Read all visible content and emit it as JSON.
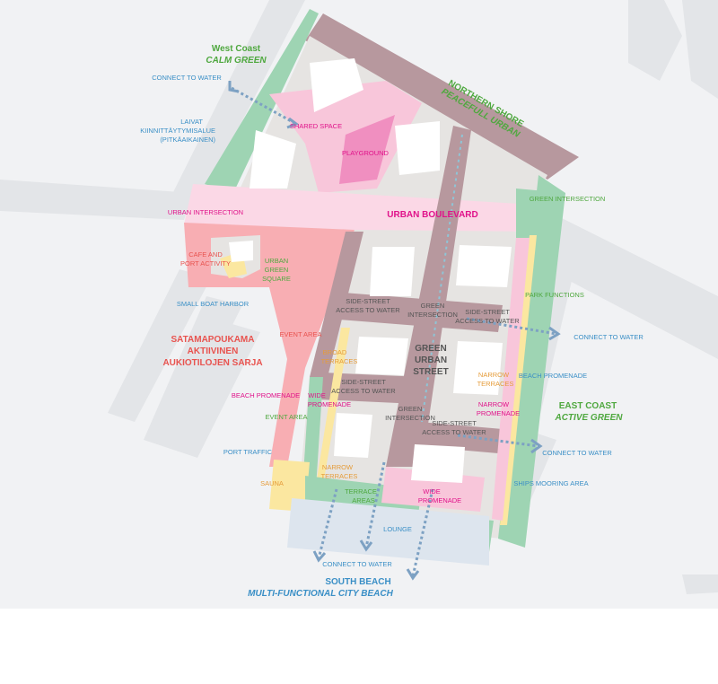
{
  "colors": {
    "background": "#f1f2f4",
    "pale": "#e3e5e8",
    "water_blue": "#3a8fc6",
    "green_text": "#4fa83f",
    "magenta": "#e0128a",
    "red": "#e8534f",
    "orange": "#e59c3a",
    "grey_text": "#6a6a6a",
    "pink_zone": "#f8c6da",
    "boulevard": "#fbd8e6",
    "red_zone": "#f8aeb3",
    "mauve_street": "#b7989e",
    "green_zone": "#9ed4b3",
    "yellow": "#fbe7a0",
    "block": "#e6e4e2",
    "building": "#ffffff",
    "arrow": "#7da1c3"
  },
  "labels": {
    "west_coast_title": "West Coast",
    "west_coast_sub": "CALM GREEN",
    "northern_shore_title": "NORTHERN SHORE",
    "northern_shore_sub": "PEACEFULL URBAN",
    "connect_to_water_nw": "CONNECT TO WATER",
    "laivat_1": "LAIVAT",
    "laivat_2": "KIINNITTÄYTYMISALUE",
    "laivat_3": "(PITKÄAIKAINEN)",
    "shared_space": "SHARED SPACE",
    "playground": "PLAYGROUND",
    "green_intersection_ne": "GREEN INTERSECTION",
    "urban_intersection": "URBAN INTERSECTION",
    "urban_boulevard": "URBAN BOULEVARD",
    "cafe_1": "CAFE AND",
    "cafe_2": "PORT ACTIVITY",
    "urban_green_1": "URBAN",
    "urban_green_2": "GREEN",
    "urban_green_3": "SQUARE",
    "park_functions": "PARK FUNCTIONS",
    "small_boat_harbor": "SMALL BOAT HARBOR",
    "side_street_1a": "SIDE-STREET",
    "side_street_1b": "ACCESS TO WATER",
    "green_intersection_1a": "GREEN",
    "green_intersection_1b": "INTERSECTION",
    "side_street_2a": "SIDE-STREET",
    "side_street_2b": "ACCESS TO WATER",
    "connect_to_water_e1": "CONNECT TO WATER",
    "satama_1": "SATAMAPOUKAMA",
    "satama_2": "AKTIIVINEN",
    "satama_3": "AUKIOTILOJEN SARJA",
    "event_area_1": "EVENT AREA",
    "broad_terraces_1": "BROAD",
    "broad_terraces_2": "TERRACES",
    "green_urban_street_1": "GREEN",
    "green_urban_street_2": "URBAN",
    "green_urban_street_3": "STREET",
    "beach_promenade_e": "BEACH PROMENADE",
    "narrow_terraces_e1": "NARROW",
    "narrow_terraces_e2": "TERRACES",
    "side_street_3a": "SIDE-STREET",
    "side_street_3b": "ACCESS TO WATER",
    "beach_promenade_w": "BEACH PROMENADE",
    "wide_promenade_w1": "WIDE",
    "wide_promenade_w2": "PROMENADE",
    "narrow_promenade_1": "NARROW",
    "narrow_promenade_2": "PROMENADE",
    "east_coast_title": "EAST COAST",
    "east_coast_sub": "ACTIVE GREEN",
    "event_area_2": "EVENT AREA",
    "green_intersection_2a": "GREEN",
    "green_intersection_2b": "INTERSECTION",
    "side_street_4a": "SIDE-STREET",
    "side_street_4b": "ACCESS TO WATER",
    "connect_to_water_e2": "CONNECT TO WATER",
    "port_traffic": "PORT TRAFFIC",
    "narrow_terraces_s1": "NARROW",
    "narrow_terraces_s2": "TERRACES",
    "sauna": "SAUNA",
    "ships_mooring_area": "SHIPS MOORING AREA",
    "terrace_areas_1": "TERRACE",
    "terrace_areas_2": "AREAS",
    "wide_promenade_s1": "WIDE",
    "wide_promenade_s2": "PROMENADE",
    "lounge": "LOUNGE",
    "connect_to_water_s": "CONNECT TO WATER",
    "south_beach_title": "SOUTH BEACH",
    "south_beach_sub": "MULTI-FUNCTIONAL CITY BEACH"
  }
}
